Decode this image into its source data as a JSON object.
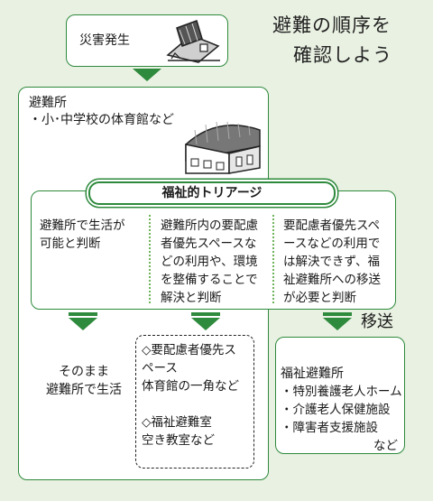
{
  "heading": {
    "line1": "避難の順序を",
    "line2": "確認しよう"
  },
  "disaster": {
    "label": "災害発生",
    "icon": "collapsed-house-icon"
  },
  "shelter": {
    "title": "避難所",
    "sub": "・小･中学校の体育館など",
    "icon": "gymnasium-icon"
  },
  "triage": {
    "label": "福祉的トリアージ"
  },
  "columns": [
    {
      "lines": [
        "避難所で生活が",
        "可能と判断"
      ]
    },
    {
      "lines": [
        "避難所内の要配慮",
        "者優先スペースな",
        "どの利用や、環境",
        "を整備することで",
        "解決と判断"
      ]
    },
    {
      "lines": [
        "要配慮者優先スペ",
        "ースなどの利用で",
        "は解決できず、福",
        "祉避難所への移送",
        "が必要と判断"
      ]
    }
  ],
  "result_stay": {
    "lines": [
      "そのまま",
      "避難所で生活"
    ]
  },
  "result_space": {
    "item1": [
      "◇要配慮者優先ス",
      "ペース",
      "体育館の一角など"
    ],
    "item2": [
      "◇福祉避難室",
      "空き教室など"
    ]
  },
  "transfer_label": "移送",
  "welfare": {
    "title": "福祉避難所",
    "items": [
      "・特別養護老人ホーム",
      "・介護老人保健施設",
      "・障害者支援施設"
    ],
    "tail": "など"
  },
  "colors": {
    "green": "#2e8a3c",
    "background": "#e9f1e2",
    "light_green": "#6fb35a"
  }
}
